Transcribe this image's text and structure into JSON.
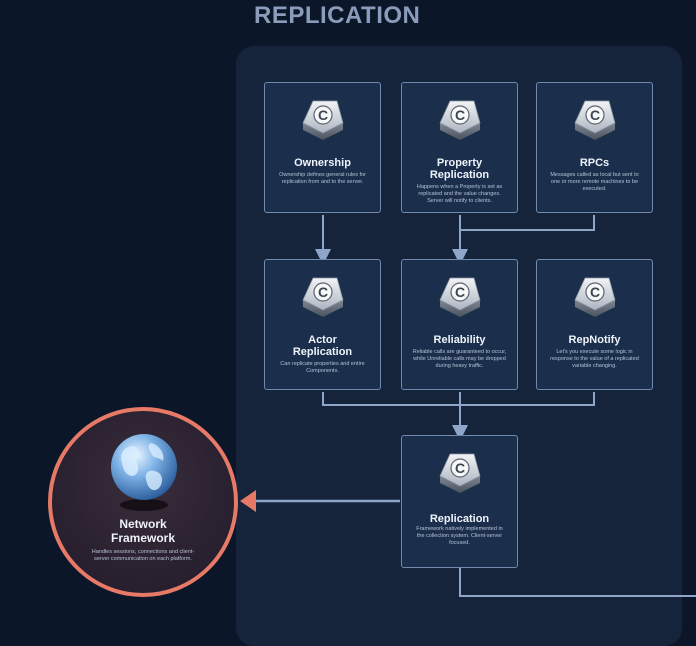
{
  "title": "REPLICATION",
  "nodes": [
    {
      "name": "Ownership",
      "desc": "Ownership defines general rules for replication from and to the server.",
      "icon": "c-drive-icon"
    },
    {
      "name": "Property Replication",
      "desc": "Happens when a Property is set as replicated and the value changes. Server will notify to clients.",
      "icon": "c-drive-icon"
    },
    {
      "name": "RPCs",
      "desc": "Messages called as local but sent to one or more remote machines to be executed.",
      "icon": "c-drive-icon"
    },
    {
      "name": "Actor Replication",
      "desc": "Can replicate properties and entire Components.",
      "icon": "c-drive-icon"
    },
    {
      "name": "Reliability",
      "desc": "Reliable calls are guaranteed to occur, while Unreliable calls may be dropped during heavy traffic.",
      "icon": "c-drive-icon"
    },
    {
      "name": "RepNotify",
      "desc": "Let's you execute some logic in response to the value of a replicated variable changing.",
      "icon": "c-drive-icon"
    },
    {
      "name": "Replication",
      "desc": "Framework natively implemented in the collection system. Client-server focused.",
      "icon": "c-drive-icon"
    }
  ],
  "network": {
    "name": "Network Framework",
    "desc": "Handles sessions, connections and client-server communication on each platform.",
    "icon": "globe-icon"
  },
  "colors": {
    "background": "#0b1628",
    "panel": "#16243b",
    "node": "#1b2e4c",
    "connector": "#8fa6c8",
    "accent": "#e67a67"
  }
}
